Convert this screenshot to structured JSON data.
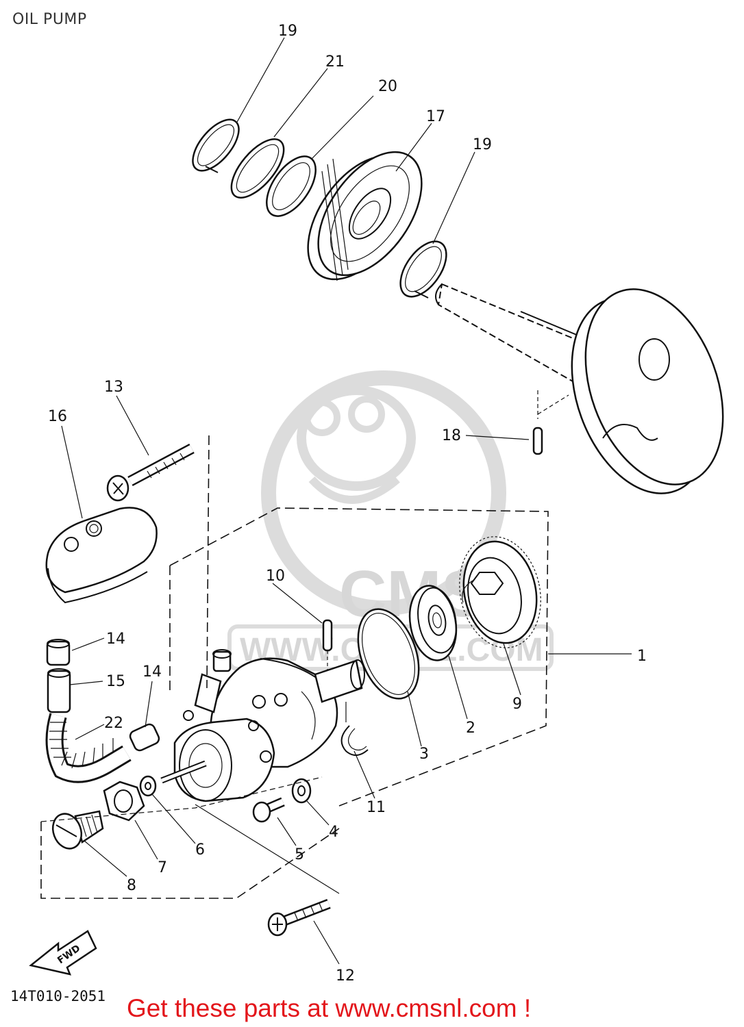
{
  "title": "OIL PUMP",
  "drawing_number": "14T010-2051",
  "footer_text": "Get these parts at www.cmsnl.com !",
  "fwd_label": "FWD",
  "watermark": {
    "brand": "CMS",
    "url": "WWW.CMSNL.COM"
  },
  "colors": {
    "footer": "#e3161b",
    "line": "#111111",
    "watermark": "#d7d7d7"
  },
  "callouts": {
    "c19a": "19",
    "c21": "21",
    "c20": "20",
    "c17": "17",
    "c19b": "19",
    "c18": "18",
    "c13": "13",
    "c16": "16",
    "c10": "10",
    "c1": "1",
    "c14a": "14",
    "c15": "15",
    "c14b": "14",
    "c22": "22",
    "c9": "9",
    "c2": "2",
    "c3": "3",
    "c11": "11",
    "c4": "4",
    "c5": "5",
    "c6": "6",
    "c7": "7",
    "c8": "8",
    "c12": "12"
  }
}
